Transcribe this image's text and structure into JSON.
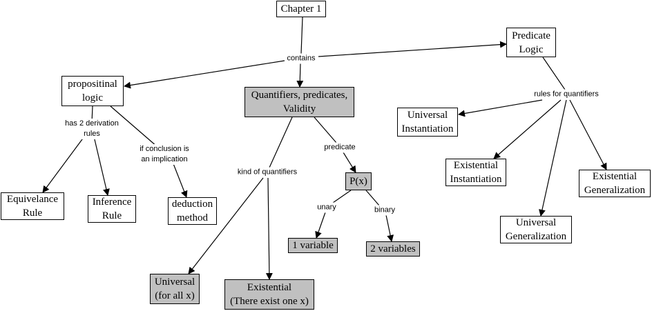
{
  "diagram": {
    "type": "concept-map",
    "colors": {
      "highlight_fill": "#c0c0c0",
      "default_fill": "#ffffff",
      "stroke": "#000000"
    },
    "nodes": [
      {
        "id": "chapter1",
        "lines": [
          "Chapter 1"
        ],
        "highlight": false
      },
      {
        "id": "predicate_logic",
        "lines": [
          "Predicate",
          "Logic"
        ],
        "highlight": false
      },
      {
        "id": "propositional_logic",
        "lines": [
          "propositinal",
          "logic"
        ],
        "highlight": false
      },
      {
        "id": "quantifiers",
        "lines": [
          "Quantifiers, predicates,",
          "Validity"
        ],
        "highlight": true
      },
      {
        "id": "universal_instantiation",
        "lines": [
          "Universal",
          "Instantiation"
        ],
        "highlight": false
      },
      {
        "id": "existential_instantiation",
        "lines": [
          "Existential",
          "Instantiation"
        ],
        "highlight": false
      },
      {
        "id": "existential_generalization",
        "lines": [
          "Existential",
          "Generalization"
        ],
        "highlight": false
      },
      {
        "id": "universal_generalization",
        "lines": [
          "Universal",
          "Generalization"
        ],
        "highlight": false
      },
      {
        "id": "equivalence_rule",
        "lines": [
          "Equivelance",
          "Rule"
        ],
        "highlight": false
      },
      {
        "id": "inference_rule",
        "lines": [
          "Inference",
          "Rule"
        ],
        "highlight": false
      },
      {
        "id": "deduction_method",
        "lines": [
          "deduction",
          "method"
        ],
        "highlight": false
      },
      {
        "id": "px",
        "lines": [
          "P(x)"
        ],
        "highlight": true
      },
      {
        "id": "one_variable",
        "lines": [
          "1 variable"
        ],
        "highlight": true
      },
      {
        "id": "two_variables",
        "lines": [
          "2 variables"
        ],
        "highlight": true
      },
      {
        "id": "universal",
        "lines": [
          "Universal",
          "(for all x)"
        ],
        "highlight": true
      },
      {
        "id": "existential",
        "lines": [
          "Existential",
          "(There exist one x)"
        ],
        "highlight": true
      }
    ],
    "linking_phrases": [
      {
        "id": "contains",
        "lines": [
          "contains"
        ]
      },
      {
        "id": "rules_for_quantifiers",
        "lines": [
          "rules for quantifiers"
        ]
      },
      {
        "id": "has_2_derivation_rules",
        "lines": [
          "has 2 derivation",
          "rules"
        ]
      },
      {
        "id": "if_conclusion",
        "lines": [
          "if conclusion is",
          "an implication"
        ]
      },
      {
        "id": "kind_of_quantifiers",
        "lines": [
          "kind of quantifiers"
        ]
      },
      {
        "id": "predicate",
        "lines": [
          "predicate"
        ]
      },
      {
        "id": "unary",
        "lines": [
          "unary"
        ]
      },
      {
        "id": "binary",
        "lines": [
          "binary"
        ]
      }
    ],
    "edges": [
      {
        "from": "chapter1",
        "to": "contains",
        "arrow": false
      },
      {
        "from": "contains",
        "to": "propositional_logic",
        "arrow": true
      },
      {
        "from": "contains",
        "to": "quantifiers",
        "arrow": true
      },
      {
        "from": "contains",
        "to": "predicate_logic",
        "arrow": true
      },
      {
        "from": "predicate_logic",
        "to": "rules_for_quantifiers",
        "arrow": false
      },
      {
        "from": "rules_for_quantifiers",
        "to": "universal_instantiation",
        "arrow": true
      },
      {
        "from": "rules_for_quantifiers",
        "to": "existential_instantiation",
        "arrow": true
      },
      {
        "from": "rules_for_quantifiers",
        "to": "universal_generalization",
        "arrow": true
      },
      {
        "from": "rules_for_quantifiers",
        "to": "existential_generalization",
        "arrow": true
      },
      {
        "from": "propositional_logic",
        "to": "has_2_derivation_rules",
        "arrow": false
      },
      {
        "from": "has_2_derivation_rules",
        "to": "equivalence_rule",
        "arrow": true
      },
      {
        "from": "has_2_derivation_rules",
        "to": "inference_rule",
        "arrow": true
      },
      {
        "from": "propositional_logic",
        "to": "if_conclusion",
        "arrow": false
      },
      {
        "from": "if_conclusion",
        "to": "deduction_method",
        "arrow": true
      },
      {
        "from": "quantifiers",
        "to": "kind_of_quantifiers",
        "arrow": false
      },
      {
        "from": "kind_of_quantifiers",
        "to": "universal",
        "arrow": true
      },
      {
        "from": "kind_of_quantifiers",
        "to": "existential",
        "arrow": true
      },
      {
        "from": "quantifiers",
        "to": "predicate",
        "arrow": false
      },
      {
        "from": "predicate",
        "to": "px",
        "arrow": true
      },
      {
        "from": "px",
        "to": "unary",
        "arrow": false
      },
      {
        "from": "unary",
        "to": "one_variable",
        "arrow": true
      },
      {
        "from": "px",
        "to": "binary",
        "arrow": false
      },
      {
        "from": "binary",
        "to": "two_variables",
        "arrow": true
      }
    ]
  }
}
